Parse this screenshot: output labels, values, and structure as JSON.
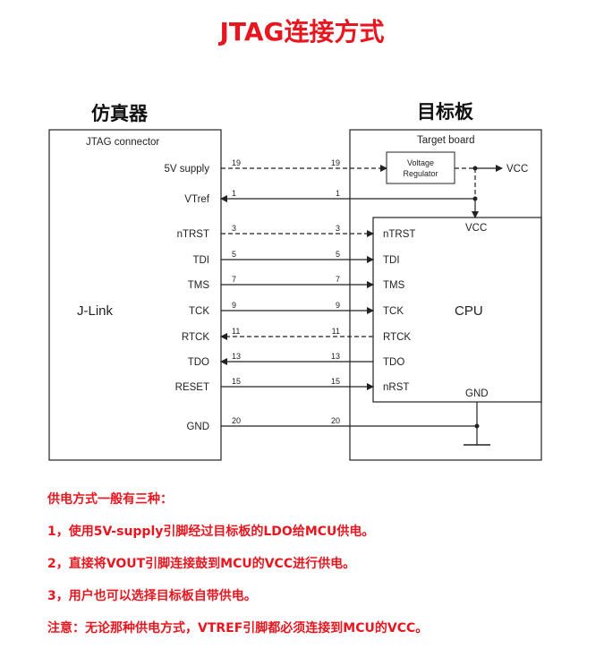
{
  "title": "JTAG连接方式",
  "left_panel": {
    "heading": "仿真器",
    "connector_label": "JTAG connector",
    "device_label": "J-Link"
  },
  "right_panel": {
    "heading": "目标板",
    "board_label": "Target board",
    "regulator_label_line1": "Voltage",
    "regulator_label_line2": "Regulator",
    "vcc_out_label": "VCC",
    "cpu_label": "CPU",
    "cpu_vcc_label": "VCC",
    "cpu_gnd_label": "GND"
  },
  "signals": [
    {
      "name": "5V supply",
      "pin_left": "19",
      "pin_right": "19",
      "cpu_pin": "",
      "style": "dashed",
      "dir": "right"
    },
    {
      "name": "VTref",
      "pin_left": "1",
      "pin_right": "1",
      "cpu_pin": "",
      "style": "solid",
      "dir": "left"
    },
    {
      "name": "nTRST",
      "pin_left": "3",
      "pin_right": "3",
      "cpu_pin": "nTRST",
      "style": "dashed",
      "dir": "right"
    },
    {
      "name": "TDI",
      "pin_left": "5",
      "pin_right": "5",
      "cpu_pin": "TDI",
      "style": "solid",
      "dir": "right"
    },
    {
      "name": "TMS",
      "pin_left": "7",
      "pin_right": "7",
      "cpu_pin": "TMS",
      "style": "solid",
      "dir": "right"
    },
    {
      "name": "TCK",
      "pin_left": "9",
      "pin_right": "9",
      "cpu_pin": "TCK",
      "style": "solid",
      "dir": "right"
    },
    {
      "name": "RTCK",
      "pin_left": "11",
      "pin_right": "11",
      "cpu_pin": "RTCK",
      "style": "dashed",
      "dir": "left"
    },
    {
      "name": "TDO",
      "pin_left": "13",
      "pin_right": "13",
      "cpu_pin": "TDO",
      "style": "solid",
      "dir": "left"
    },
    {
      "name": "RESET",
      "pin_left": "15",
      "pin_right": "15",
      "cpu_pin": "nRST",
      "style": "solid",
      "dir": "right"
    },
    {
      "name": "GND",
      "pin_left": "20",
      "pin_right": "20",
      "cpu_pin": "",
      "style": "solid",
      "dir": "none"
    }
  ],
  "notes": [
    "供电方式一般有三种：",
    "1，使用5V-supply引脚经过目标板的LDO给MCU供电。",
    "2，直接将VOUT引脚连接鼓到MCU的VCC进行供电。",
    "3，用户也可以选择目标板自带供电。",
    "注意：无论那种供电方式，VTREF引脚都必须连接到MCU的VCC。"
  ]
}
